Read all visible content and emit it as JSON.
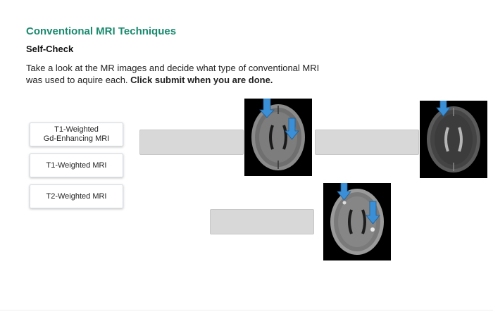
{
  "header": {
    "title": "Conventional MRI Techniques",
    "subtitle": "Self-Check",
    "instruction_text": "Take a look at the MR images and decide what type of conventional MRI was used to aquire each. ",
    "instruction_bold": "Click submit when you are done."
  },
  "options": [
    {
      "label_line1": "T1-Weighted",
      "label_line2": "Gd-Enhancing MRI"
    },
    {
      "label_line1": "T1-Weighted MRI",
      "label_line2": ""
    },
    {
      "label_line1": "T2-Weighted MRI",
      "label_line2": ""
    }
  ],
  "colors": {
    "title": "#1a8a6e",
    "drop_zone": "#d8d8d8",
    "arrow": "#3b8fd6"
  },
  "icons": [
    "brain-mri-image",
    "arrow-down-icon"
  ]
}
